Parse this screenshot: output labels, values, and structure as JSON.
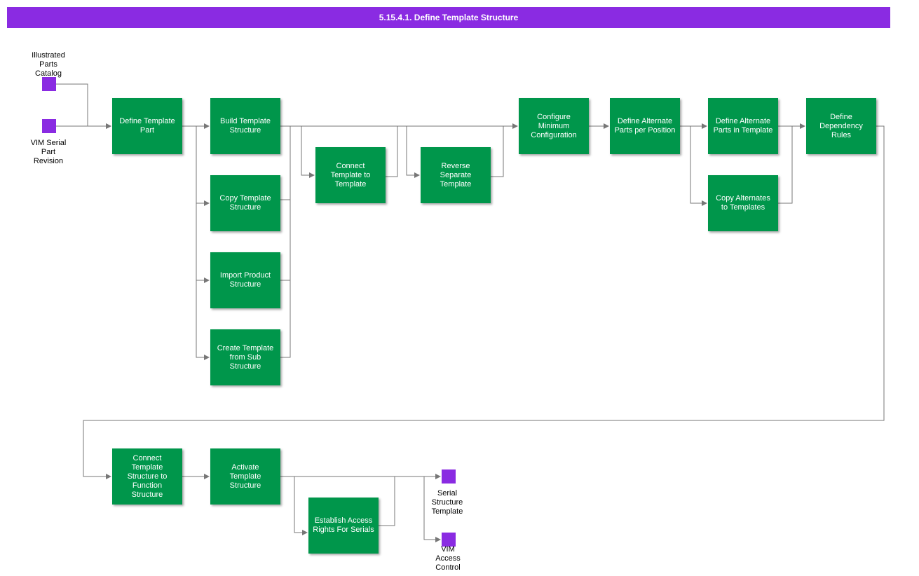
{
  "title": "5.15.4.1. Define Template Structure",
  "colors": {
    "header": "#8a2be2",
    "process": "#00964b",
    "terminal": "#8a2be2",
    "connector": "#777777"
  },
  "terminals": {
    "illustrated_parts_catalog": "Illustrated\nParts\nCatalog",
    "vim_serial_part_revision": "VIM Serial\nPart\nRevision",
    "serial_structure_template": "Serial\nStructure\nTemplate",
    "vim_access_control": "VIM\nAccess\nControl"
  },
  "steps": {
    "define_template_part": "Define Template\nPart",
    "build_template_structure": "Build Template\nStructure",
    "copy_template_structure": "Copy Template\nStructure",
    "import_product_structure": "Import Product\nStructure",
    "create_template_from_sub_structure": "Create Template\nfrom Sub\nStructure",
    "connect_template_to_template": "Connect\nTemplate to\nTemplate",
    "reverse_separate_template": "Reverse\nSeparate\nTemplate",
    "configure_minimum_configuration": "Configure\nMinimum\nConfiguration",
    "define_alternate_parts_per_position": "Define Alternate\nParts per Position",
    "define_alternate_parts_in_template": "Define Alternate\nParts in Template",
    "copy_alternates_to_templates": "Copy Alternates\nto Templates",
    "define_dependency_rules": "Define\nDependency\nRules",
    "connect_template_structure_to_function_structure": "Connect\nTemplate\nStructure to\nFunction\nStructure",
    "activate_template_structure": "Activate\nTemplate\nStructure",
    "establish_access_rights_for_serials": "Establish Access\nRights For Serials"
  }
}
